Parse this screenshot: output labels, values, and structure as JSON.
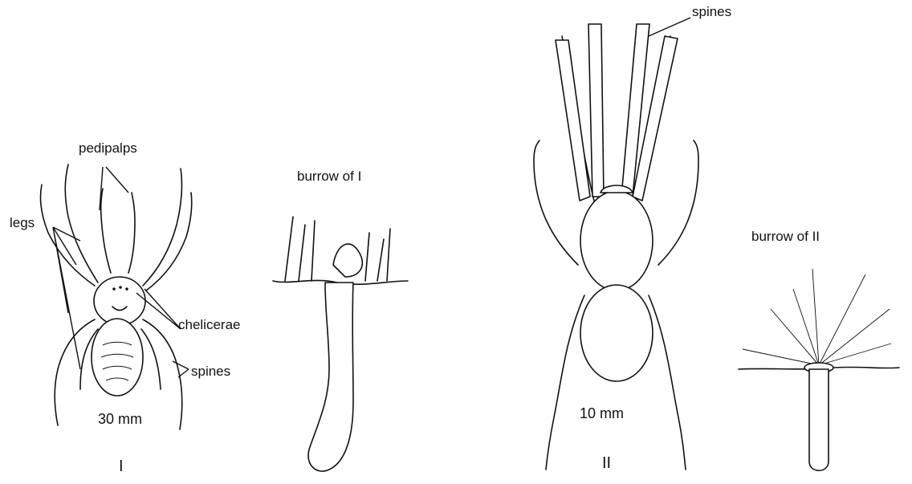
{
  "labels": {
    "pedipalps": "pedipalps",
    "legs": "legs",
    "chelicerae": "chelicerae",
    "spines_left": "spines",
    "size_I": "30 mm",
    "numeral_I": "I",
    "burrow_I": "burrow of I",
    "spines_right": "spines",
    "size_II": "10 mm",
    "numeral_II": "II",
    "burrow_II": "burrow of II"
  }
}
